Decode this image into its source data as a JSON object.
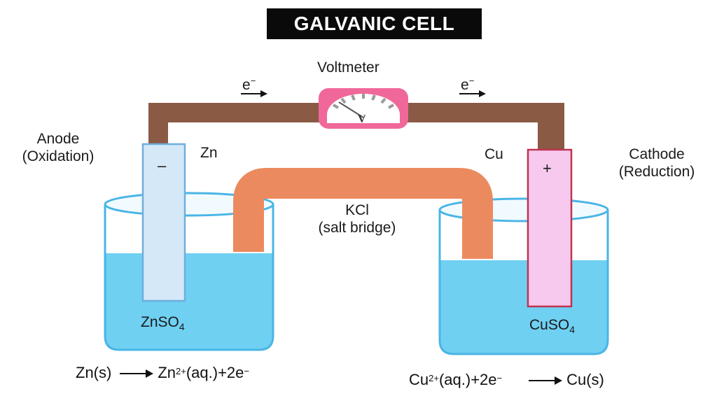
{
  "title": "GALVANIC CELL",
  "labels": {
    "voltmeter": "Voltmeter",
    "voltmeter_symbol": "V",
    "electron_left": "e",
    "electron_right": "e",
    "electron_sign": "−",
    "anode_line1": "Anode",
    "anode_line2": "(Oxidation)",
    "cathode_line1": "Cathode",
    "cathode_line2": "(Reduction)",
    "zn": "Zn",
    "cu": "Cu",
    "anode_sign": "–",
    "cathode_sign": "+",
    "salt_bridge_line1": "KCl",
    "salt_bridge_line2": "(salt bridge)",
    "left_solution": "ZnSO",
    "left_solution_sub": "4",
    "right_solution": "CuSO",
    "right_solution_sub": "4"
  },
  "equations": {
    "left": {
      "reactant": "Zn(s)",
      "product_base": "Zn",
      "product_sup": "2+",
      "product_rest": "(aq.)+2e",
      "product_sup2": "−"
    },
    "right": {
      "reactant_base": "Cu",
      "reactant_sup": "2+",
      "reactant_rest": "(aq.)+2e",
      "reactant_sup2": "−",
      "product": "Cu(s)"
    }
  },
  "colors": {
    "wire": "#8a5a45",
    "salt_bridge": "#ec8a5f",
    "solution": "#6fd0f2",
    "beaker_outline": "#4ab5e6",
    "zinc_electrode": "#d5e8f8",
    "copper_electrode": "#f7c9ef",
    "copper_outline": "#c0344f",
    "voltmeter_body": "#f0689a"
  }
}
